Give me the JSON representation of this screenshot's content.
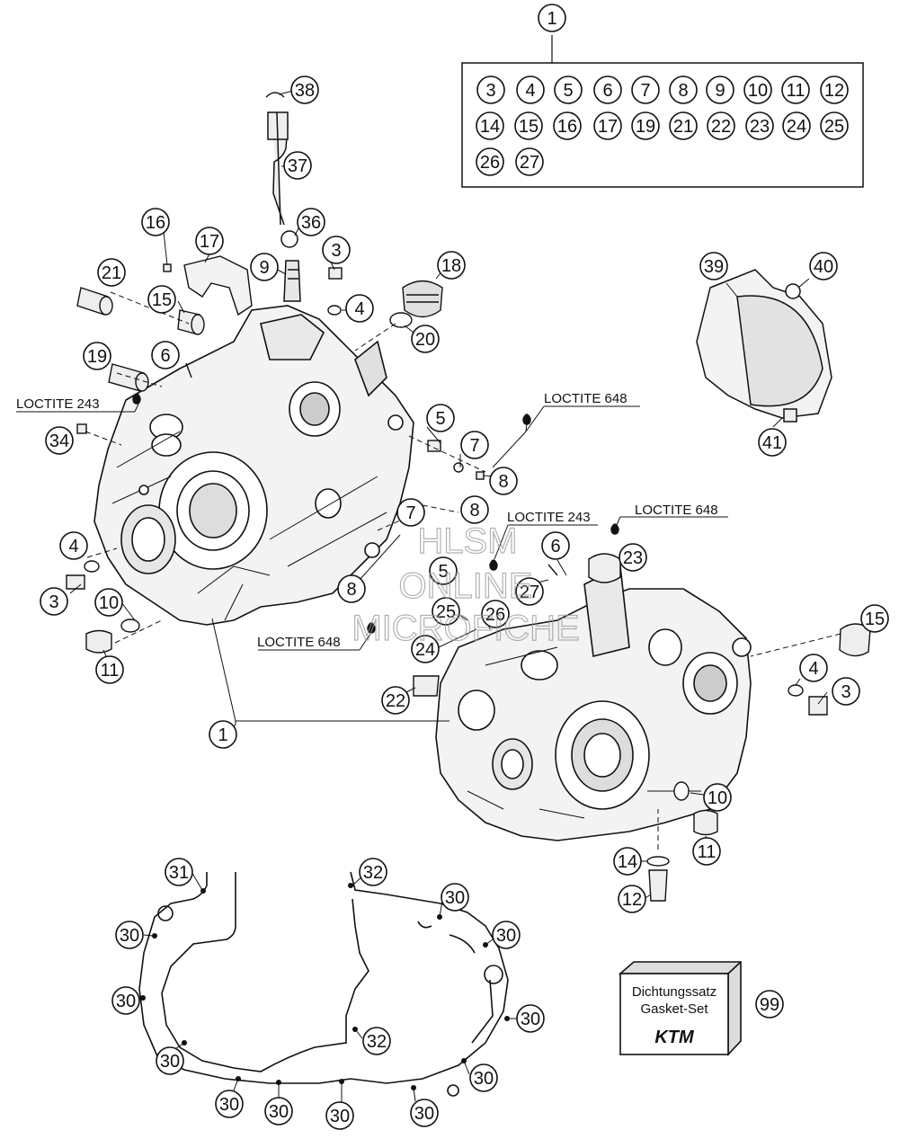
{
  "callouts": {
    "c1_top": "1",
    "c3": "3",
    "c4": "4",
    "c5": "5",
    "c6": "6",
    "c7": "7",
    "c8": "8",
    "c9": "9",
    "c10": "10",
    "c11": "11",
    "c12": "12",
    "c14": "14",
    "c15": "15",
    "c16": "16",
    "c17": "17",
    "c19": "19",
    "c21": "21",
    "c22": "22",
    "c23": "23",
    "c24": "24",
    "c25": "25",
    "c26": "26",
    "c27": "27",
    "l9": "9",
    "l36": "36",
    "l37": "37",
    "l38": "38",
    "l3a": "3",
    "l4a": "4",
    "l18": "18",
    "l20": "20",
    "l16": "16",
    "l17": "17",
    "l21": "21",
    "l15a": "15",
    "l19": "19",
    "l6a": "6",
    "l34": "34",
    "l5a": "5",
    "l7a": "7",
    "l8a": "8",
    "l8b": "8",
    "l7b": "7",
    "l8c": "8",
    "l5b": "5",
    "l4b": "4",
    "l3b": "3",
    "l10a": "10",
    "l11a": "11",
    "l39": "39",
    "l40": "40",
    "l41": "41",
    "l6b": "6",
    "l23": "23",
    "l27": "27",
    "l25": "25",
    "l26": "26",
    "l24": "24",
    "l22": "22",
    "l15b": "15",
    "l4c": "4",
    "l3c": "3",
    "l10b": "10",
    "l11b": "11",
    "l14": "14",
    "l12": "12",
    "l1_bottom": "1",
    "l31": "31",
    "l32a": "32",
    "l30a": "30",
    "l30b": "30",
    "l30c": "30",
    "l30d": "30",
    "l30e": "30",
    "l30f": "30",
    "l30g": "30",
    "l30h": "30",
    "l30i": "30",
    "l30j": "30",
    "l30k": "30",
    "l32b": "32",
    "l99": "99"
  },
  "loctite": {
    "a": "LOCTITE 243",
    "b": "LOCTITE 648",
    "c": "LOCTITE 243",
    "d": "LOCTITE 648",
    "e": "LOCTITE 648"
  },
  "watermark": {
    "line1": "HLSM",
    "line2": "ONLINE",
    "line3": "MICROFICHE"
  },
  "gasket_kit": {
    "line1": "Dichtungssatz",
    "line2": "Gasket-Set",
    "brand": "KTM"
  }
}
